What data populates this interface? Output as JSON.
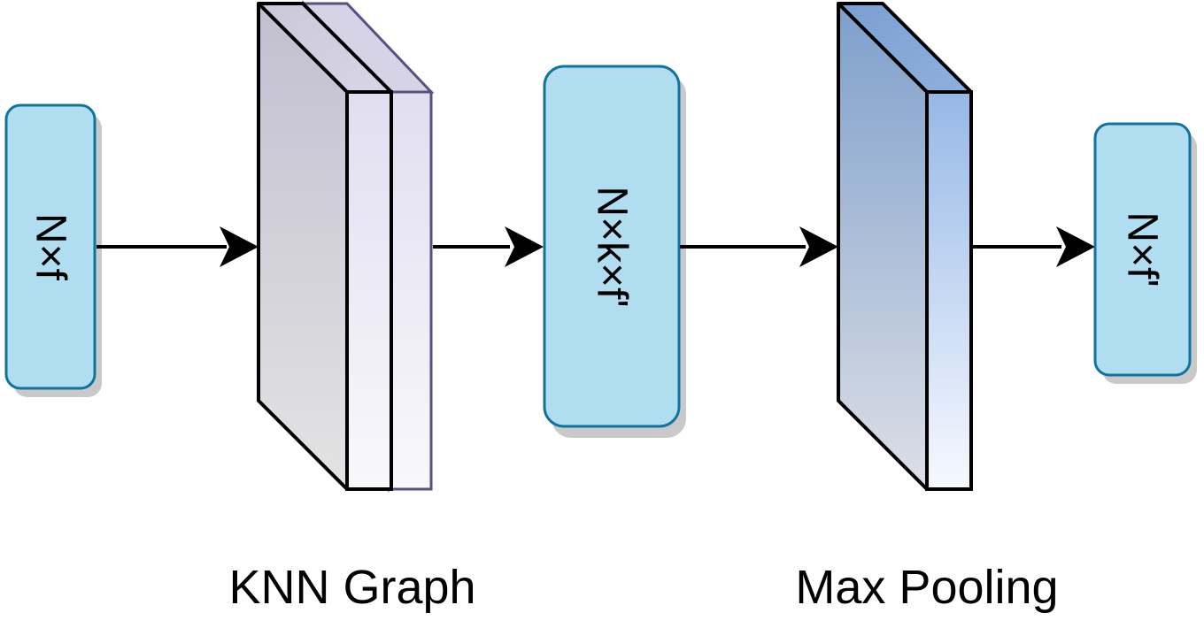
{
  "nodes": {
    "input": {
      "label": "N×f"
    },
    "middle": {
      "label": "N×k×f'"
    },
    "output": {
      "label": "N×f'"
    }
  },
  "layers": {
    "knn": {
      "caption": "KNN Graph"
    },
    "pool": {
      "caption": "Max Pooling"
    }
  },
  "colors": {
    "node_fill": "#b1ddf0",
    "node_stroke": "#10739e",
    "shadow": "#c9c9c9",
    "knn_front_top": "#c2bfd0",
    "knn_front_bottom": "#e3e3e3",
    "knn_back_stroke": "#56517e",
    "pool_front_top": "#7e9fcb",
    "pool_front_bottom": "#dcdfe6",
    "pool_side_top": "#96b8e6",
    "pool_side_bottom": "#f6f9ff",
    "arrow": "#000000"
  }
}
